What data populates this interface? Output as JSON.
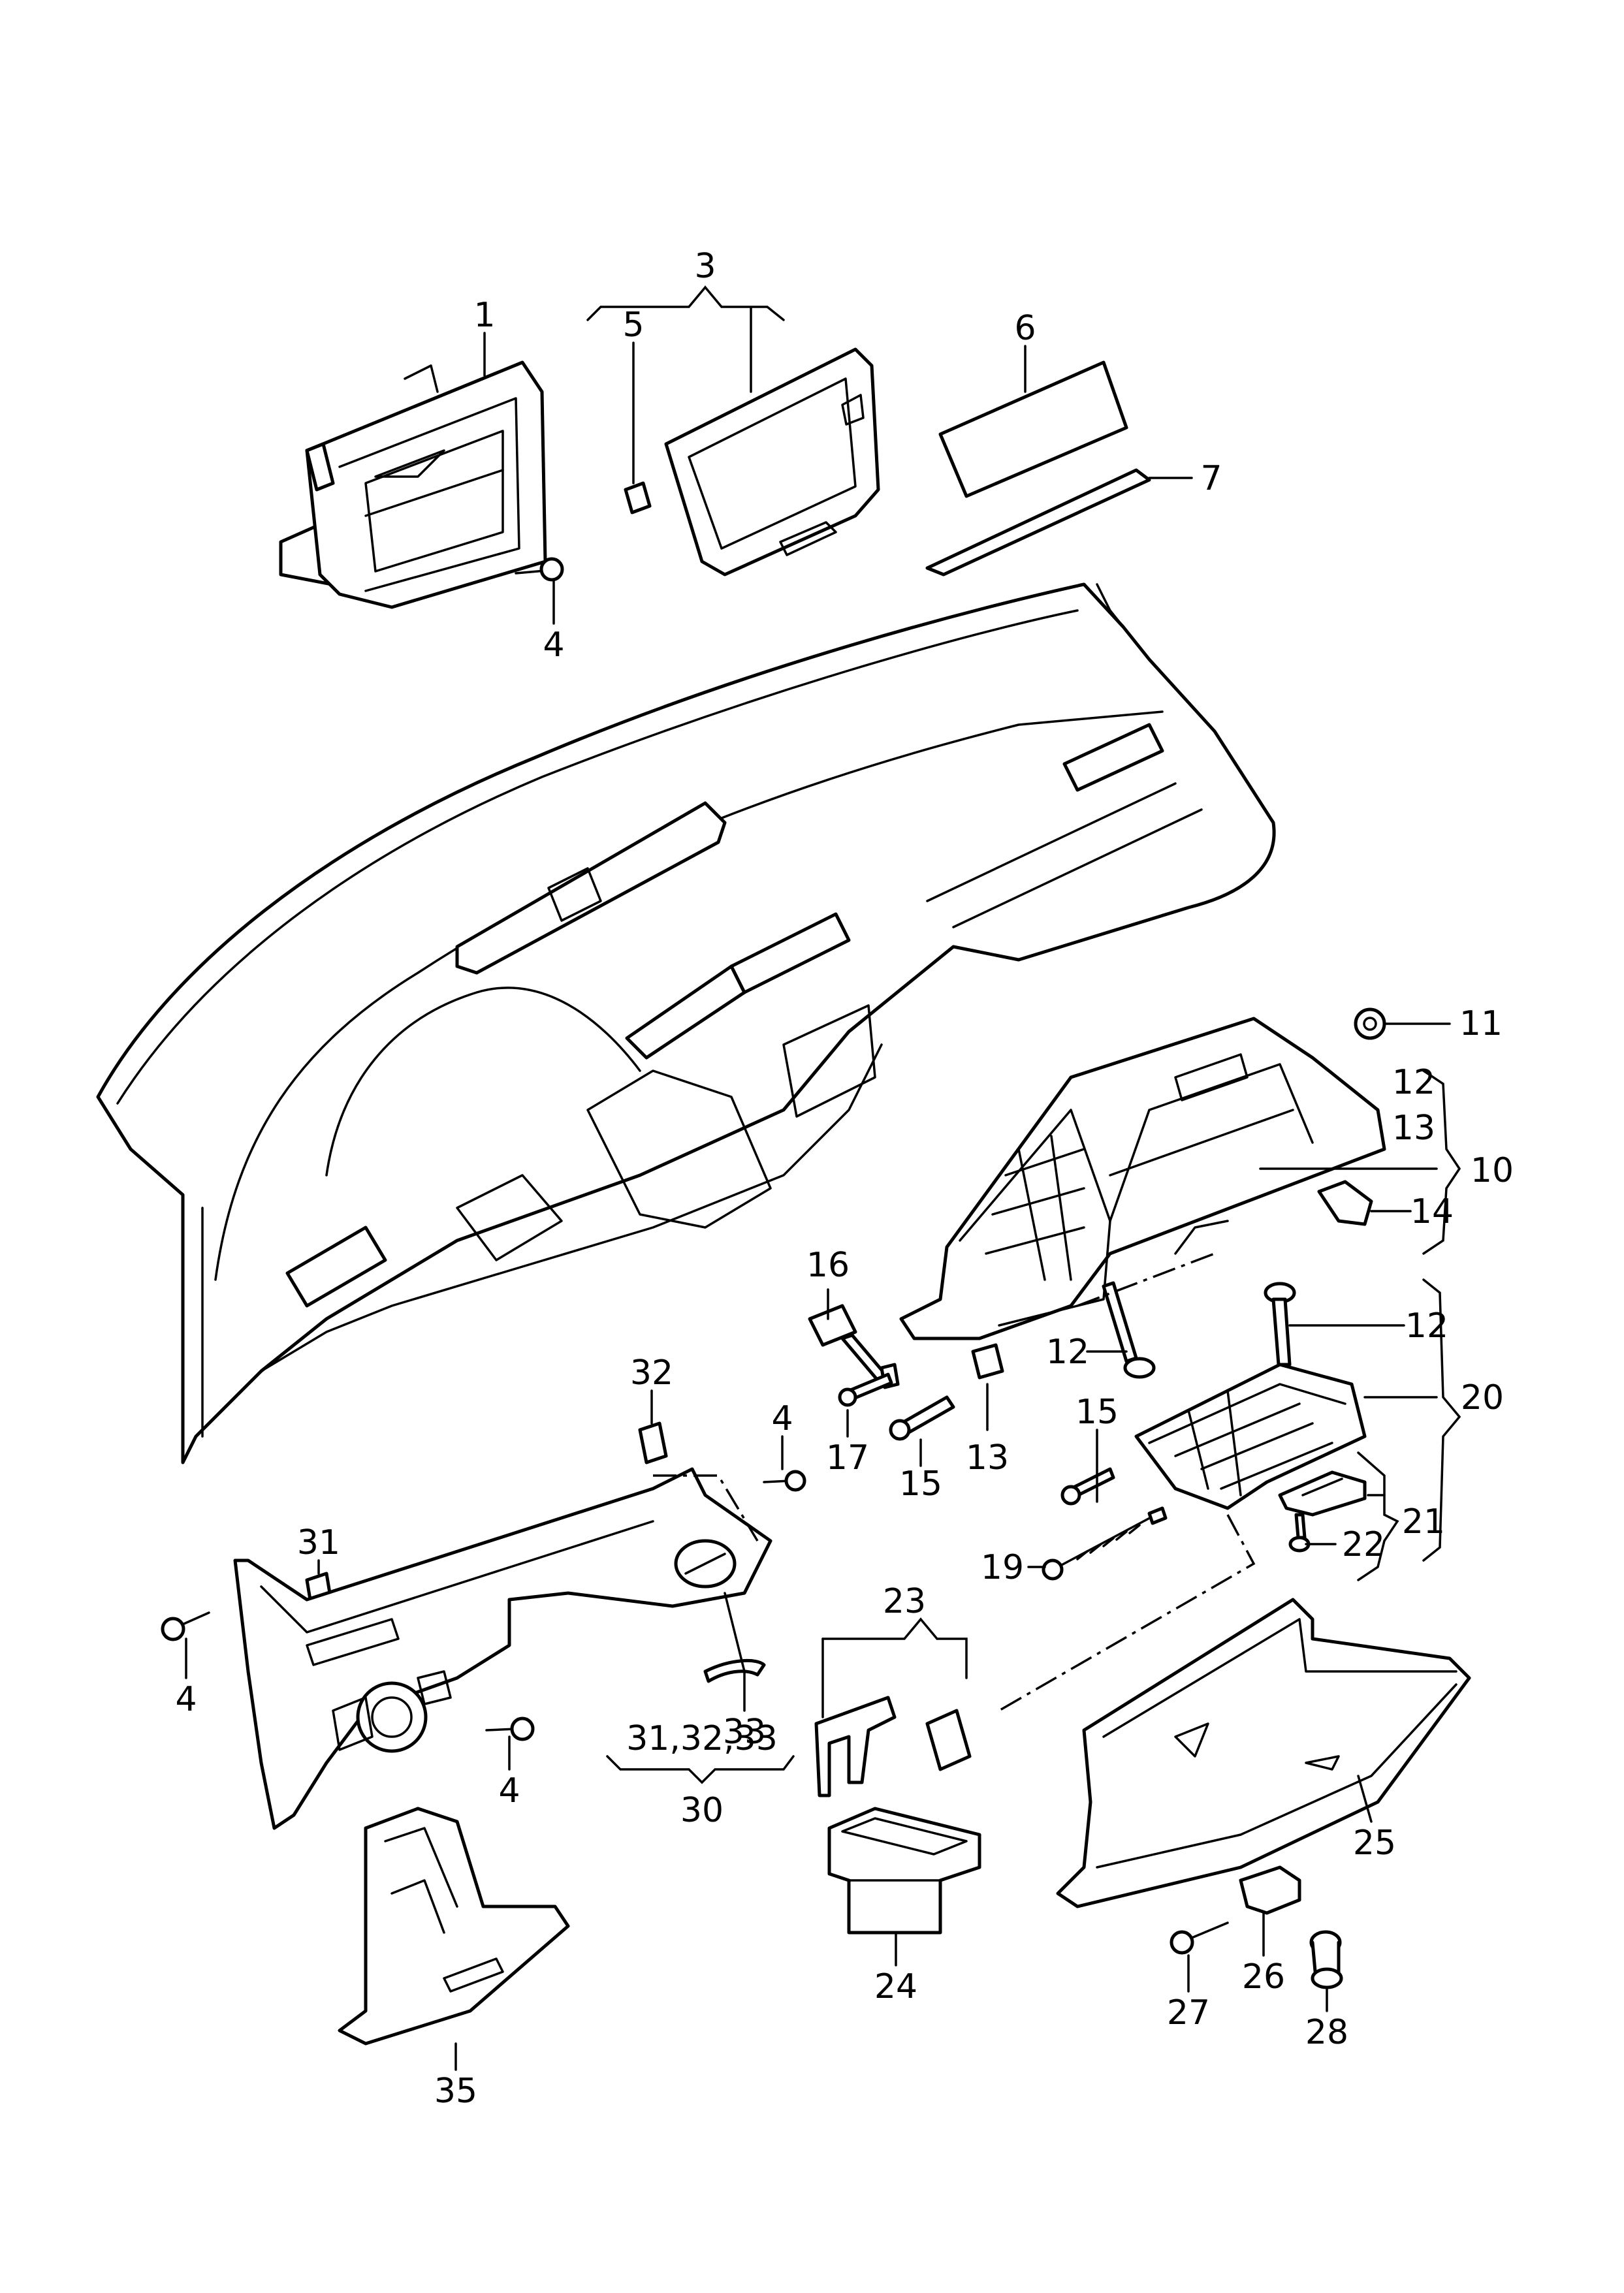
{
  "callouts": {
    "c1": "1",
    "c3": "3",
    "c4a": "4",
    "c5": "5",
    "c6": "6",
    "c7": "7",
    "c10": "10",
    "c11": "11",
    "c12a": "12",
    "c13a": "13",
    "c14": "14",
    "c16": "16",
    "c12b": "12",
    "c12c": "12",
    "c32": "32",
    "c4b": "4",
    "c17": "17",
    "c15a": "15",
    "c13b": "13",
    "c15b": "15",
    "c20": "20",
    "c19": "19",
    "c21": "21",
    "c22": "22",
    "c31": "31",
    "c4c": "4",
    "c4d": "4",
    "c23": "23",
    "c33": "33",
    "c3133": "31,32,33",
    "c30": "30",
    "c25": "25",
    "c24": "24",
    "c35": "35",
    "c26": "26",
    "c27": "27",
    "c28": "28"
  }
}
